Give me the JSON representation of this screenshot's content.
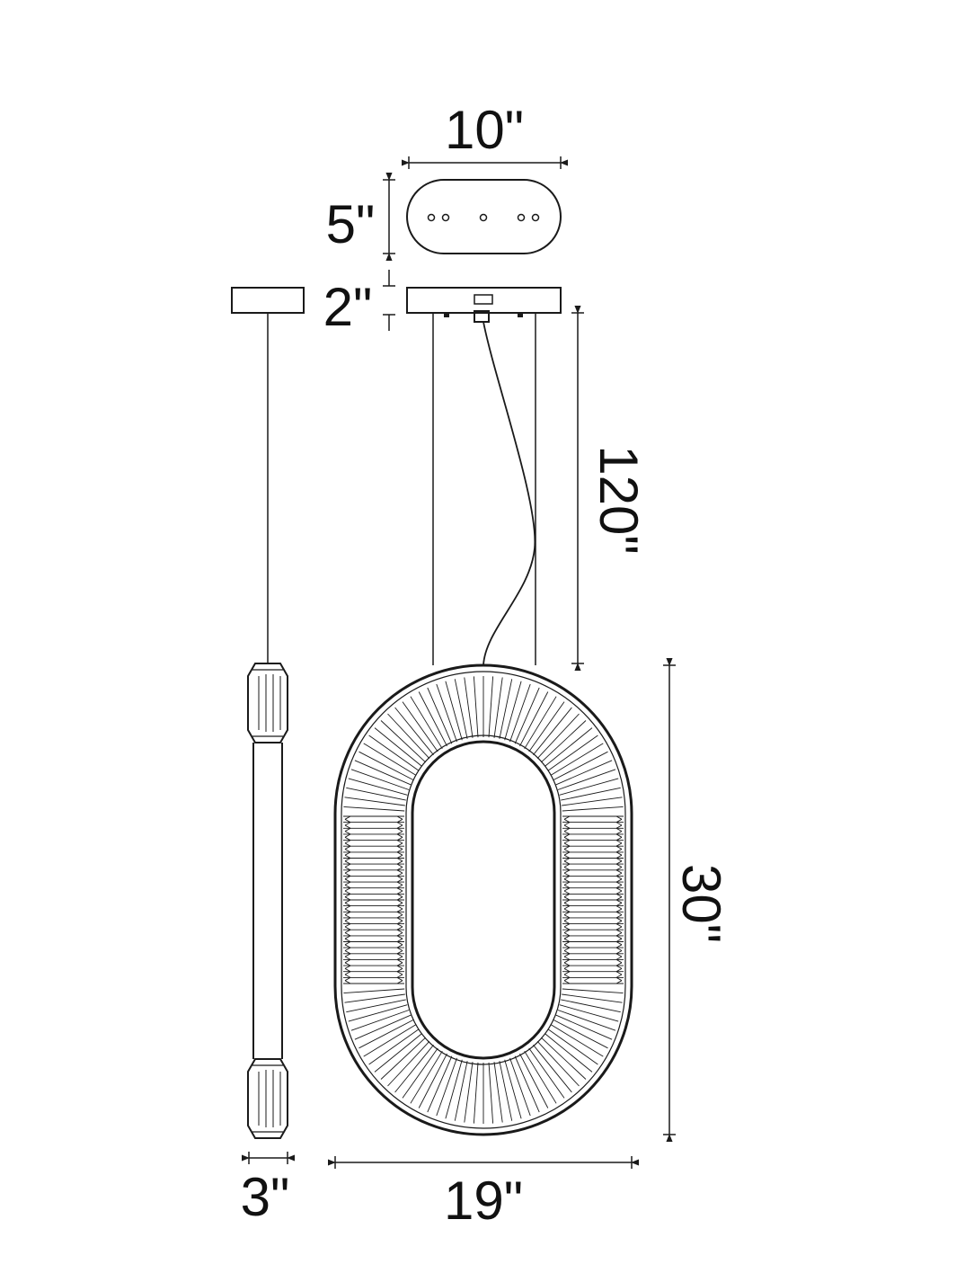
{
  "dimensions": {
    "canopy_width": "10\"",
    "canopy_depth": "5\"",
    "canopy_height": "2\"",
    "cable_length": "120\"",
    "fixture_height": "30\"",
    "fixture_width": "19\"",
    "fixture_depth": "3\""
  },
  "colors": {
    "line": "#1a1a1a",
    "background": "#ffffff"
  }
}
